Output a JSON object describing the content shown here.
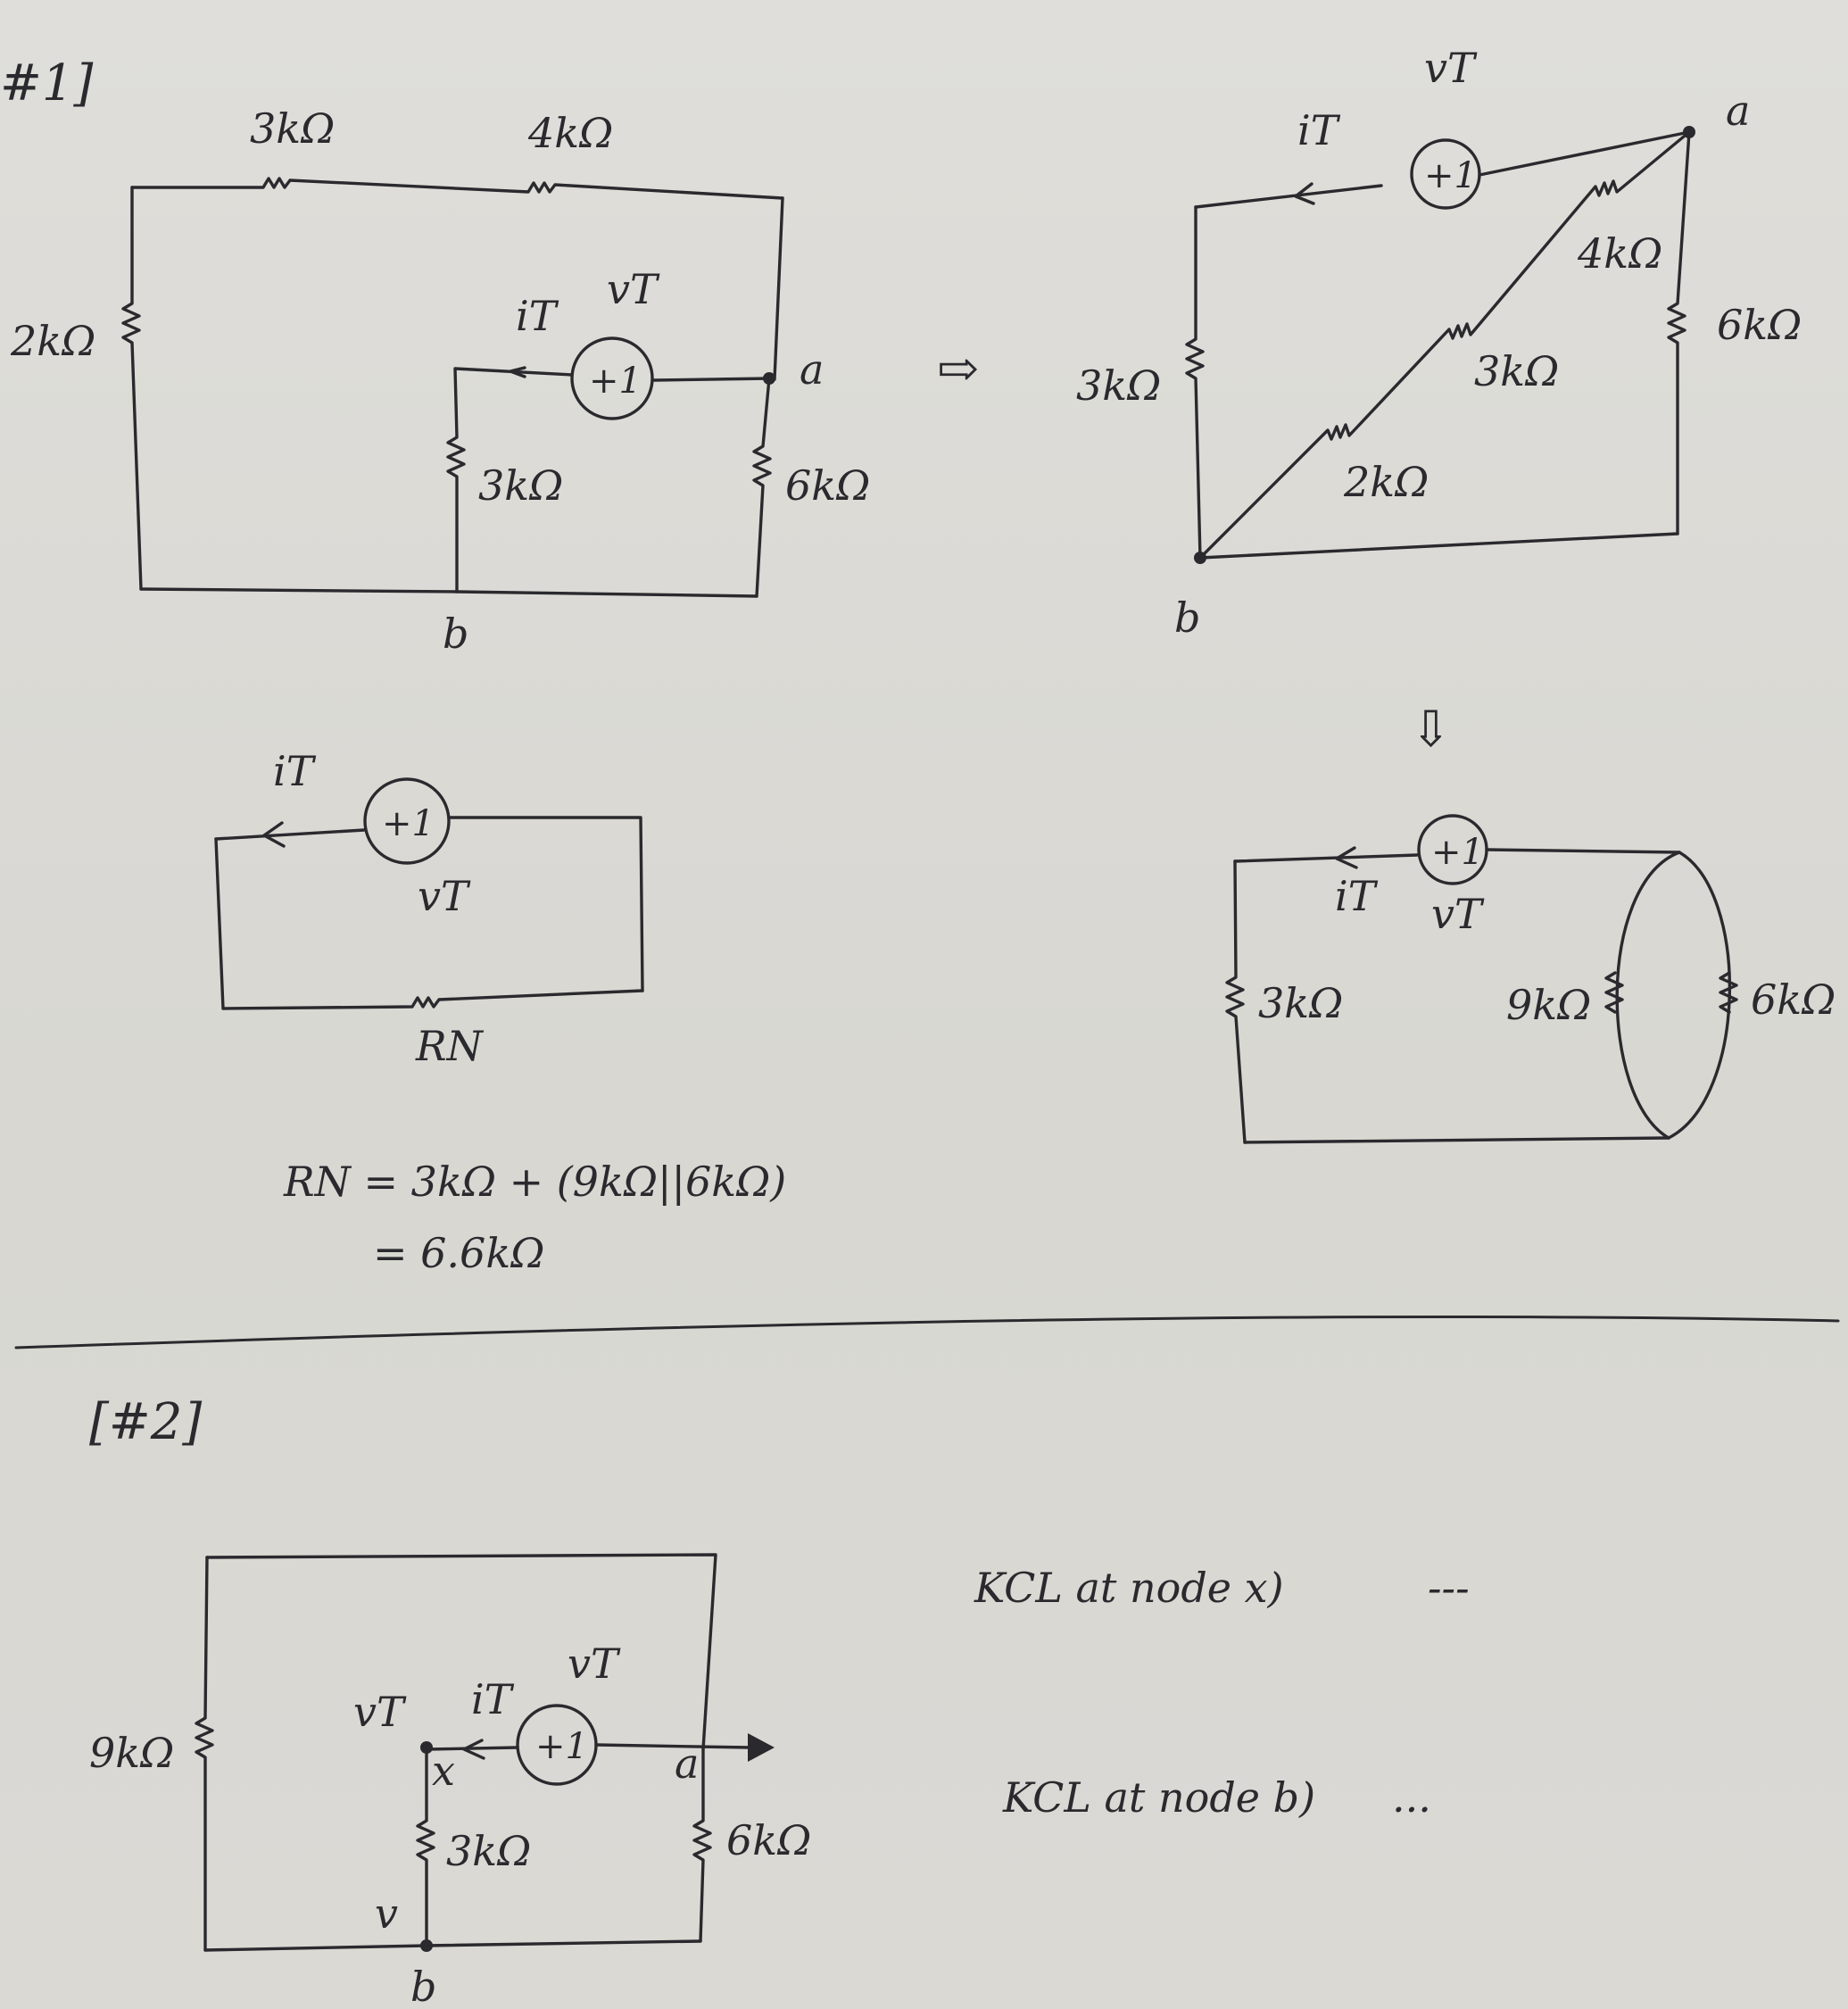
{
  "problem1": {
    "title": "#1]",
    "orig": {
      "r_top1": "3kΩ",
      "r_top2": "4kΩ",
      "r_left": "2kΩ",
      "r_mid": "3kΩ",
      "r_right": "6kΩ",
      "src": "+1",
      "current": "iT",
      "voltage": "vT",
      "node_a": "a",
      "node_b": "b"
    },
    "redrawn": {
      "voltage": "vT",
      "current": "iT",
      "src": "+1",
      "node_a": "a",
      "node_b": "b",
      "r_left": "3kΩ",
      "r_d1": "4kΩ",
      "r_d2": "3kΩ",
      "r_d3": "2kΩ",
      "r_right": "6kΩ"
    },
    "simplified": {
      "src": "+1",
      "current": "iT",
      "voltage": "vT",
      "r_left": "3kΩ",
      "r_mid": "9kΩ",
      "r_right": "6kΩ"
    },
    "norton": {
      "current": "iT",
      "src": "+1",
      "voltage": "vT",
      "resistor": "RN"
    },
    "equation_line1": "RN = 3kΩ + (9kΩ||6kΩ)",
    "equation_line2": "= 6.6kΩ"
  },
  "problem2": {
    "title": "[#2]",
    "r_left": "9kΩ",
    "r_mid": "3kΩ",
    "r_right": "6kΩ",
    "src": "+1",
    "current": "iT",
    "voltage": "vT",
    "node_voltage": "vT",
    "node_x": "x",
    "node_a": "a",
    "node_b": "b",
    "v_label": "v",
    "kcl_x": "KCL at node x)",
    "kcl_b": "KCL at node b)",
    "dots": "---",
    "dots_b": "..."
  },
  "arrows": {
    "right": "⇨",
    "down": "⇩"
  }
}
